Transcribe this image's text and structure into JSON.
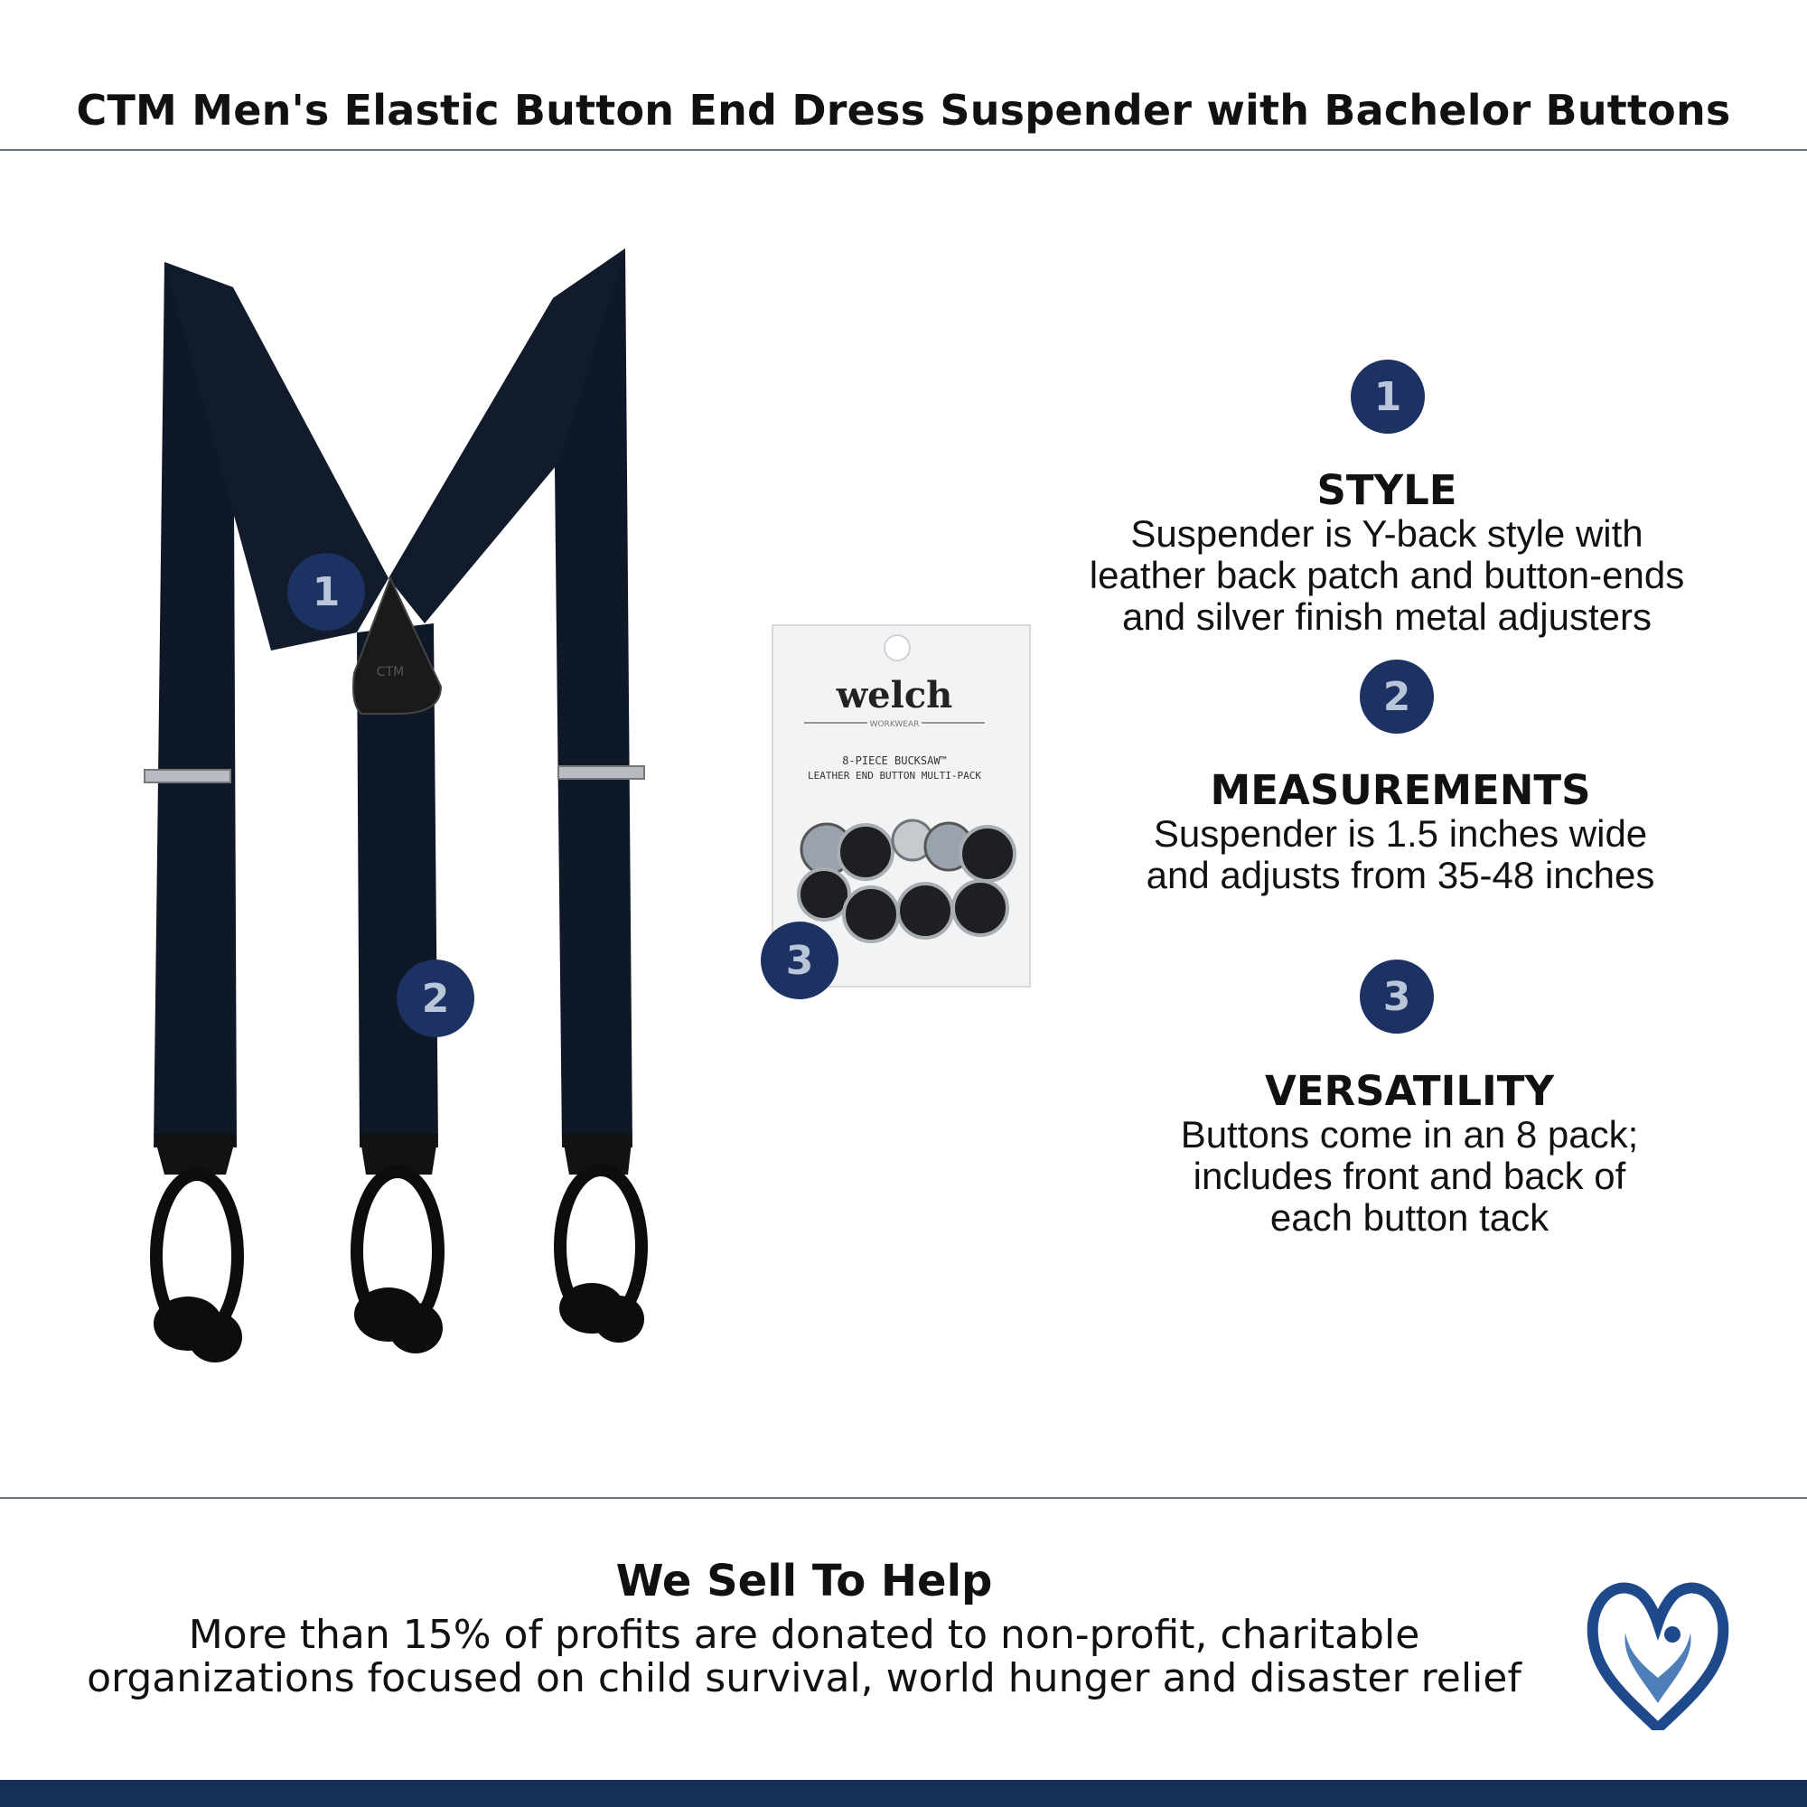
{
  "page": {
    "title": "CTM Men's Elastic Button End Dress Suspender with Bachelor Buttons"
  },
  "product": {
    "patch_brand": "CTM",
    "button_pack": {
      "brand": "welch",
      "brand_sub": "WORKWEAR",
      "line1": "8-PIECE BUCKSAW™",
      "line2": "LEATHER END BUTTON MULTI-PACK"
    }
  },
  "markers": [
    "1",
    "2",
    "3"
  ],
  "features": [
    {
      "number": "1",
      "heading": "STYLE",
      "description": "Suspender is Y-back style with\nleather back patch and button-ends\nand silver finish metal adjusters"
    },
    {
      "number": "2",
      "heading": "MEASUREMENTS",
      "description": "Suspender is 1.5 inches wide\nand adjusts from 35-48 inches"
    },
    {
      "number": "3",
      "heading": "VERSATILITY",
      "description": "Buttons come in an 8 pack;\nincludes front and back of\neach button tack"
    }
  ],
  "help": {
    "heading": "We Sell To Help",
    "text": "More than 15% of profits are donated to non-profit, charitable\norganizations focused on child survival, world hunger and disaster relief"
  },
  "colors": {
    "navy": "#1b3262",
    "marker_text": "#b9c6da",
    "rule": "#5e7689",
    "footer_bar": "#153057",
    "suspender": "#0f1827",
    "logo_blue": "#1e4a8c"
  },
  "icons": {
    "logo": "heart-wings-logo"
  }
}
